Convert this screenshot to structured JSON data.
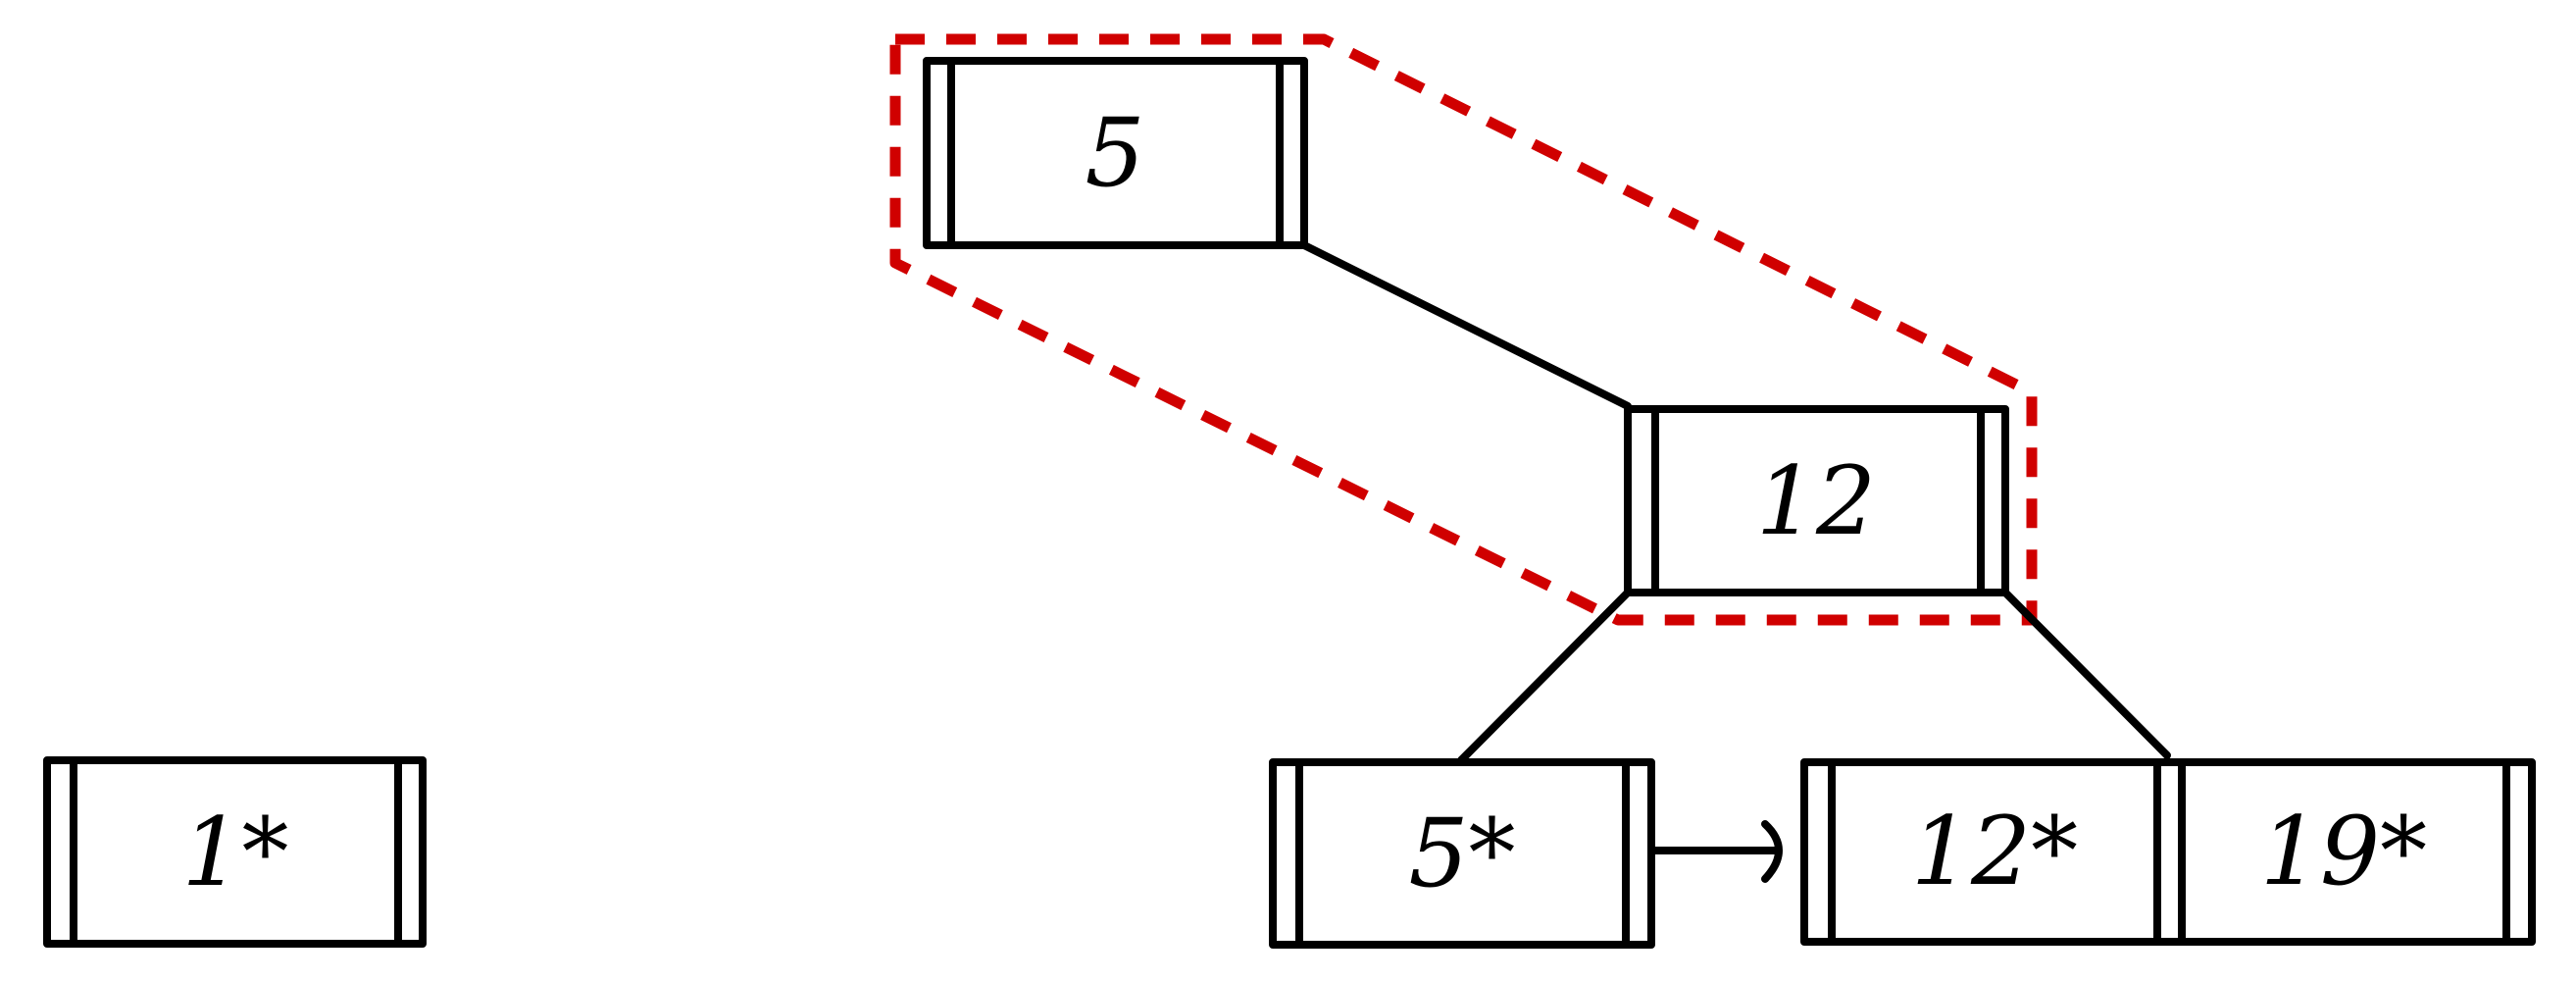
{
  "nodes": {
    "root": {
      "label": "5"
    },
    "inner": {
      "label": "12"
    },
    "leaf_isolated": {
      "label": "1*"
    },
    "leaf_left": {
      "label": "5*"
    },
    "leaf_right_a": {
      "label": "12*"
    },
    "leaf_right_b": {
      "label": "19*"
    }
  },
  "colors": {
    "stroke": "#000000",
    "highlight": "#d00000"
  }
}
